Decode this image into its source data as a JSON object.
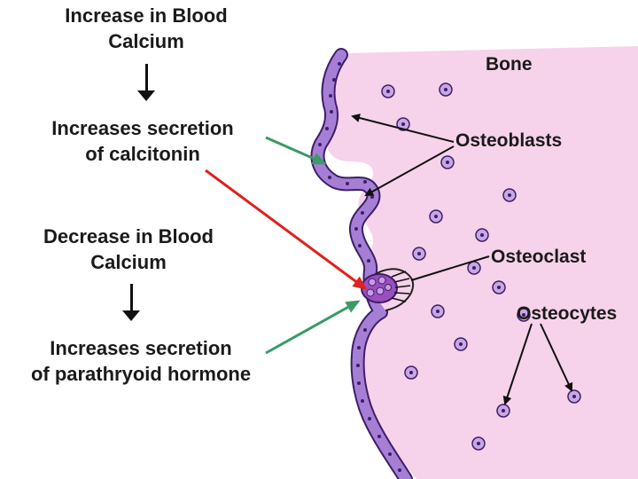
{
  "left_flow": {
    "step1": {
      "line1": "Increase in Blood",
      "line2": "Calcium"
    },
    "step2": {
      "line1": "Increases secretion",
      "line2": "of calcitonin"
    },
    "step3": {
      "line1": "Decrease in Blood",
      "line2": "Calcium"
    },
    "step4": {
      "line1": "Increases secretion",
      "line2": "of parathryoid hormone"
    }
  },
  "labels": {
    "bone": "Bone",
    "osteoblasts": "Osteoblasts",
    "osteoclast": "Osteoclast",
    "osteocytes": "Osteocytes"
  },
  "colors": {
    "bone_fill": "#f6d3ea",
    "cell_layer": "#a77ed6",
    "cell_outline": "#3d1f66",
    "osteocyte_fill": "#c9a6e6",
    "osteoclast_fill": "#9a4fc0",
    "green_arrow": "#3b9a66",
    "red_arrow": "#e0211d",
    "text": "#1a1a1a"
  }
}
